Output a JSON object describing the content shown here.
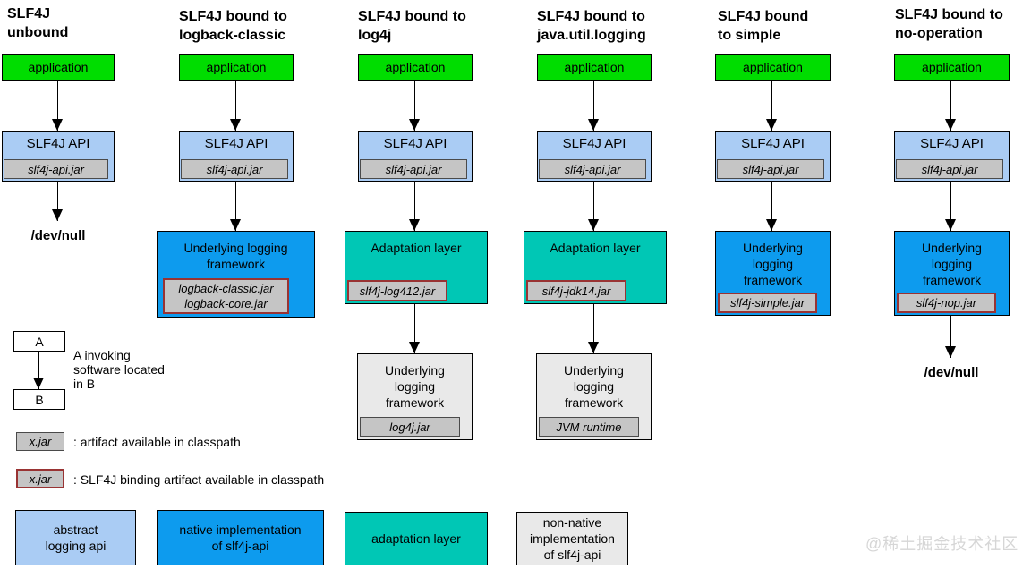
{
  "columns": [
    {
      "title": "SLF4J\nunbound",
      "app": "application",
      "api": "SLF4J API",
      "api_jar": "slf4j-api.jar",
      "sink": "/dev/null"
    },
    {
      "title": "SLF4J bound to\nlogback-classic",
      "app": "application",
      "api": "SLF4J API",
      "api_jar": "slf4j-api.jar",
      "framework": "Underlying logging\nframework",
      "framework_jar": "logback-classic.jar\nlogback-core.jar"
    },
    {
      "title": "SLF4J bound to\nlog4j",
      "app": "application",
      "api": "SLF4J API",
      "api_jar": "slf4j-api.jar",
      "adaptation": "Adaptation layer",
      "adaptation_jar": "slf4j-log412.jar",
      "framework": "Underlying\nlogging\nframework",
      "framework_jar": "log4j.jar"
    },
    {
      "title": "SLF4J bound to\njava.util.logging",
      "app": "application",
      "api": "SLF4J API",
      "api_jar": "slf4j-api.jar",
      "adaptation": "Adaptation layer",
      "adaptation_jar": "slf4j-jdk14.jar",
      "framework": "Underlying\nlogging\nframework",
      "framework_jar": "JVM runtime"
    },
    {
      "title": "SLF4J bound\nto simple",
      "app": "application",
      "api": "SLF4J API",
      "api_jar": "slf4j-api.jar",
      "framework": "Underlying\nlogging\nframework",
      "framework_jar": "slf4j-simple.jar"
    },
    {
      "title": "SLF4J bound to\nno-operation",
      "app": "application",
      "api": "SLF4J API",
      "api_jar": "slf4j-api.jar",
      "framework": "Underlying\nlogging\nframework",
      "framework_jar": "slf4j-nop.jar",
      "sink": "/dev/null"
    }
  ],
  "legend": {
    "box_a": "A",
    "box_b": "B",
    "invoke_text": "A invoking\nsoftware located\nin B",
    "jar_plain": "x.jar",
    "jar_plain_desc": ": artifact available in classpath",
    "jar_binding": "x.jar",
    "jar_binding_desc": ": SLF4J binding artifact available in classpath",
    "key_boxes": [
      {
        "label": "abstract\nlogging api"
      },
      {
        "label": "native implementation\nof slf4j-api"
      },
      {
        "label": "adaptation layer"
      },
      {
        "label": "non-native\nimplementation\nof slf4j-api"
      }
    ]
  },
  "watermark": "@稀土掘金技术社区",
  "colors": {
    "application_green": "#00dd00",
    "abstract_api_blue": "#aaccf4",
    "native_impl_blue": "#0d9bee",
    "adaptation_teal": "#00c7b5",
    "non_native_gray": "#e9e9e9",
    "jar_gray": "#c5c5c5",
    "binding_border_red": "#993333"
  }
}
